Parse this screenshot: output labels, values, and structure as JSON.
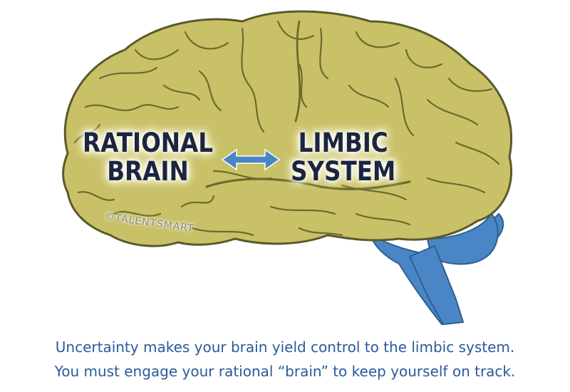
{
  "diagram": {
    "labels": {
      "rational_line1": "RATIONAL",
      "rational_line2": "BRAIN",
      "limbic_line1": "LIMBIC",
      "limbic_line2": "SYSTEM"
    },
    "watermark": "©TALENTSMART",
    "colors": {
      "cerebrum": "#c9c168",
      "cerebrum_outline": "#5a5a2a",
      "cerebellum": "#4a86c5",
      "arrow": "#4a86c5",
      "label_text": "#1b2540",
      "caption_text": "#2a5a9c"
    }
  },
  "caption": {
    "line1": "Uncertainty makes your brain yield control to the limbic system.",
    "line2": "You must engage your rational “brain” to keep yourself on track."
  }
}
